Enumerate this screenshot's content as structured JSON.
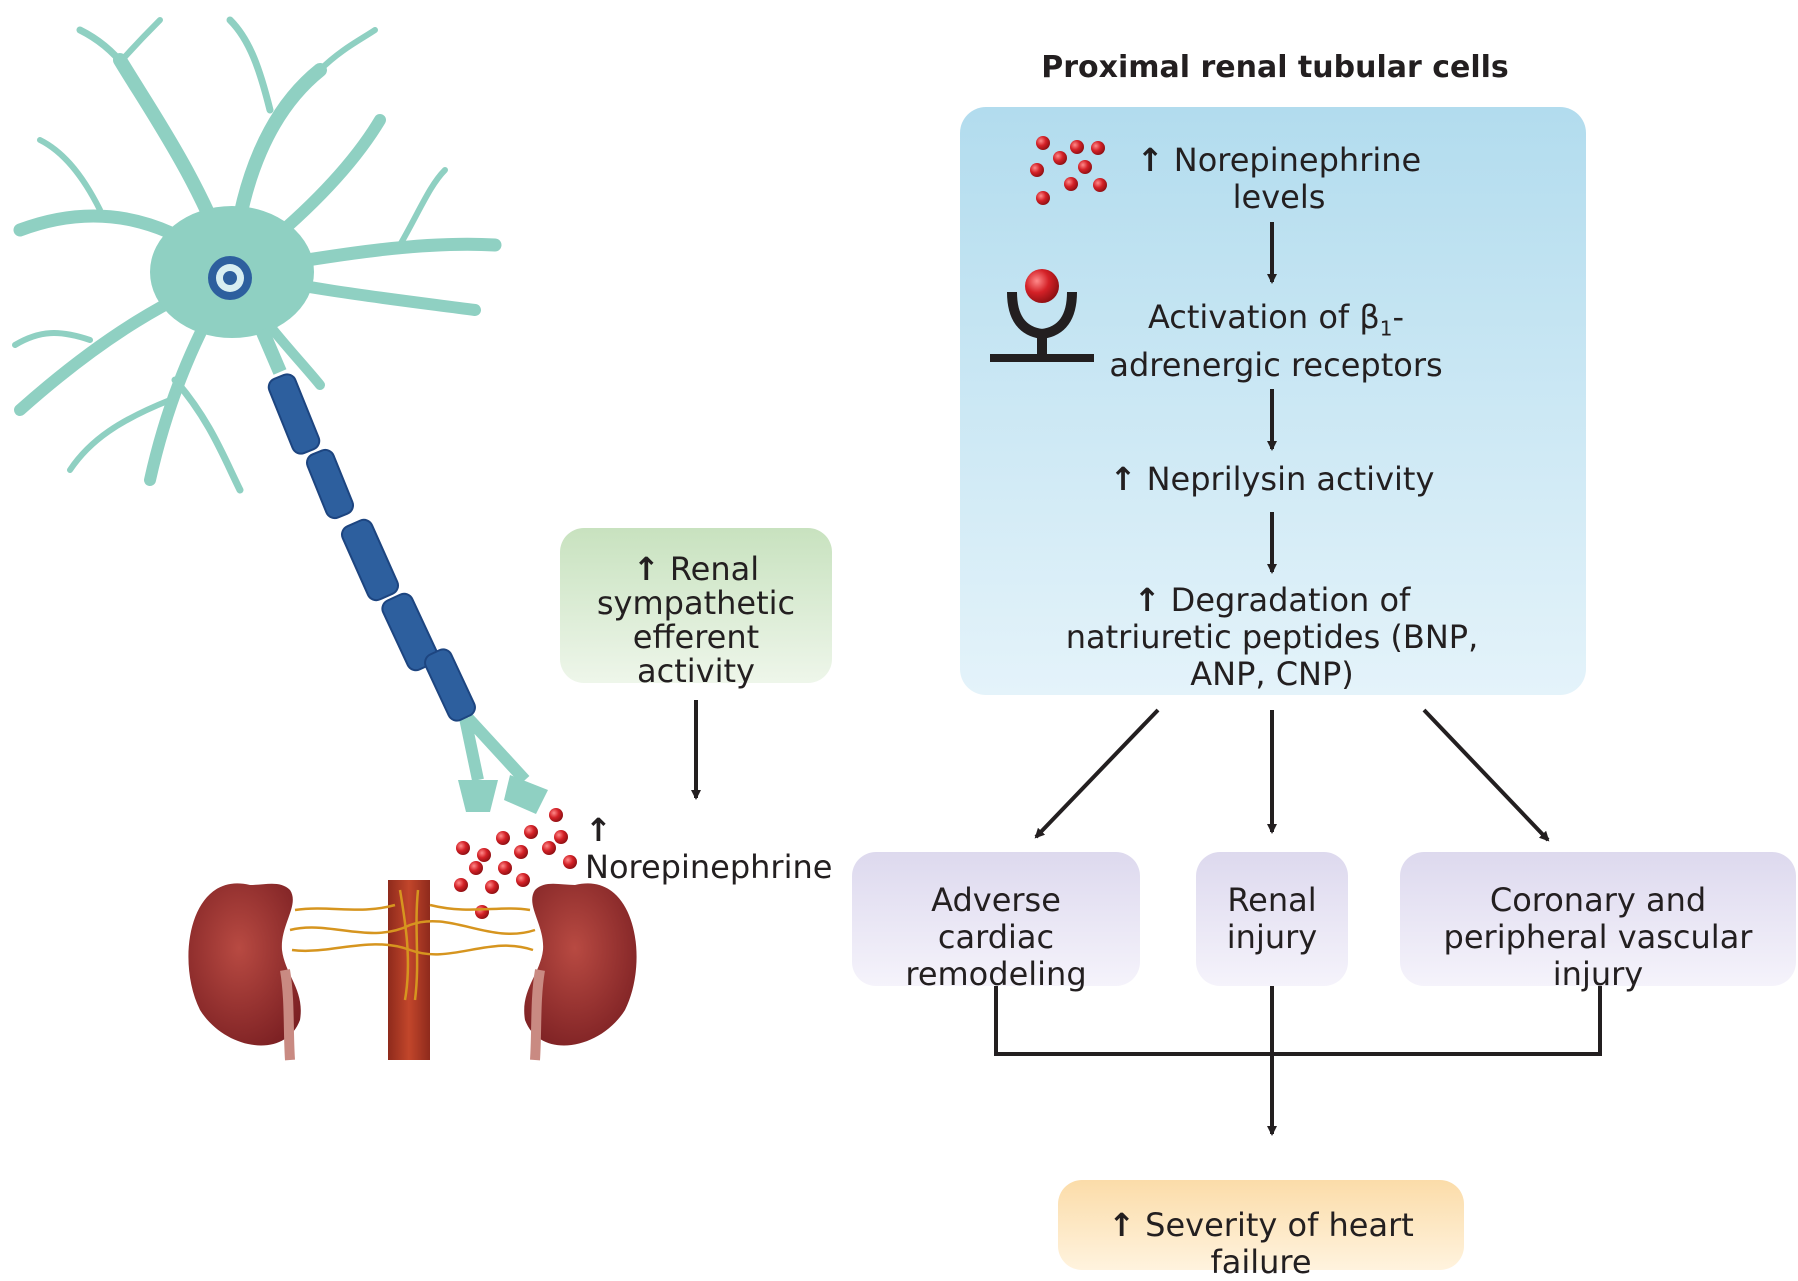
{
  "header": {
    "title": "Proximal renal tubular cells"
  },
  "tubular_box": {
    "step1": {
      "arrow": "↑",
      "text": "Norepinephrine levels"
    },
    "step2": {
      "pre": "Activation of β",
      "sub": "1",
      "post": "-adrenergic receptors"
    },
    "step3": {
      "arrow": "↑",
      "text": "Neprilysin activity"
    },
    "step4": {
      "arrow": "↑",
      "text": "Degradation of natriuretic peptides (BNP, ANP, CNP)"
    }
  },
  "sympathetic_box": {
    "arrow": "↑",
    "text": "Renal sympathetic efferent activity"
  },
  "norepinephrine_label": {
    "arrow": "↑",
    "text": "Norepinephrine"
  },
  "outcomes": [
    {
      "text": "Adverse cardiac remodeling"
    },
    {
      "text": "Renal injury"
    },
    {
      "text": "Coronary and peripheral vascular injury"
    }
  ],
  "final": {
    "arrow": "↑",
    "text": "Severity of heart failure"
  },
  "colors": {
    "blue_box_top": "#b2dcee",
    "blue_box_bottom": "#e4f3fa",
    "green_box_top": "#c8e2bf",
    "green_box_bottom": "#eef6ea",
    "purple_box_top": "#ddd9ee",
    "purple_box_bottom": "#f4f2fa",
    "orange_box_top": "#fbdca9",
    "orange_box_bottom": "#fff2db",
    "neuron": "#8fd0c2",
    "myelin": "#2d5f9e",
    "kidney": "#9a2d2c",
    "dot": "#d42127"
  }
}
